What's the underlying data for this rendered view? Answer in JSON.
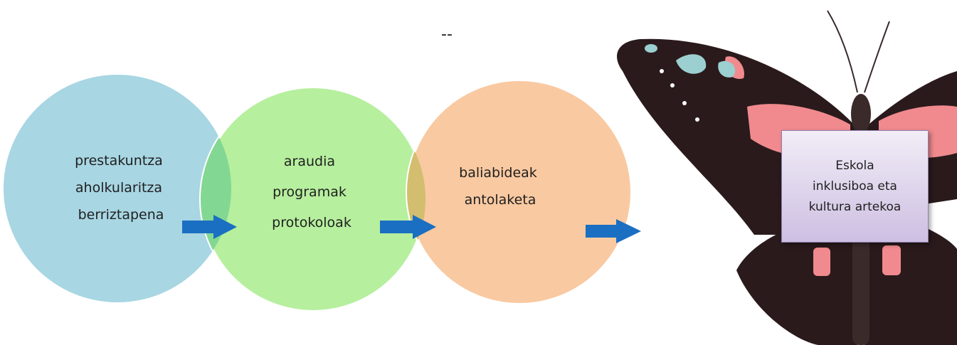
{
  "header": {
    "dash": "--"
  },
  "circles": [
    {
      "lines": [
        "prestakuntza",
        "aholkularitza",
        "berriztapena"
      ],
      "color": "#a8d6e3"
    },
    {
      "lines": [
        "araudia",
        "programak",
        "protokoloak"
      ],
      "color": "#b6ef9e"
    },
    {
      "lines": [
        "baliabideak",
        "antolaketa"
      ],
      "color": "#f9c9a1"
    }
  ],
  "overlap_colors": [
    "#82d892",
    "#d2be6e"
  ],
  "arrow_color": "#1a6fc2",
  "goal_box": {
    "text": "Eskola\ninklusiboa eta\nkultura artekoa"
  },
  "butterfly": {
    "icon": "butterfly-icon",
    "wing_color": "#2a1a1c",
    "patch_color": "#f08a8e",
    "spot_color": "#9ccfd0"
  }
}
